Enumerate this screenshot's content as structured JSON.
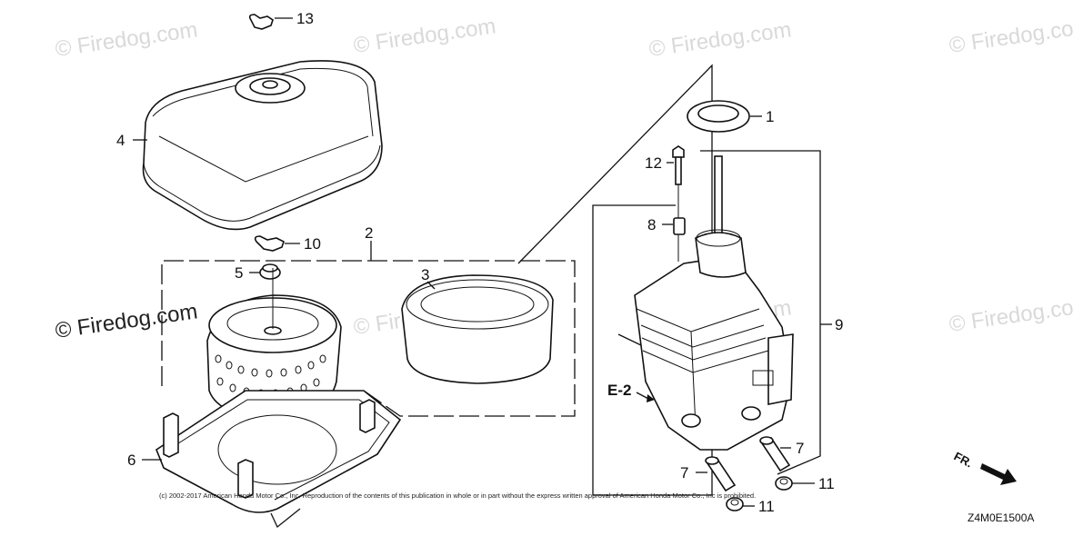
{
  "watermarks": [
    "© Firedog.com",
    "© Firedog.com",
    "© Firedog.com",
    "© Firedog.com",
    "© Firedog.com",
    "© Firedog.com",
    "© Firedog.com",
    "© Firedog.com"
  ],
  "callouts": {
    "c1": "1",
    "c2": "2",
    "c3": "3",
    "c4": "4",
    "c5": "5",
    "c6": "6",
    "c7a": "7",
    "c7b": "7",
    "c8": "8",
    "c9": "9",
    "c10": "10",
    "c11a": "11",
    "c11b": "11",
    "c12": "12",
    "c13": "13"
  },
  "reference_label": "E-2",
  "direction_label": "FR.",
  "diagram_code": "Z4M0E1500A",
  "copyright": "(c) 2002-2017 American Honda Motor Co., Inc. Reproduction of the contents of this publication in whole or in part without the express written approval of American Honda Motor Co., Inc is prohibited."
}
